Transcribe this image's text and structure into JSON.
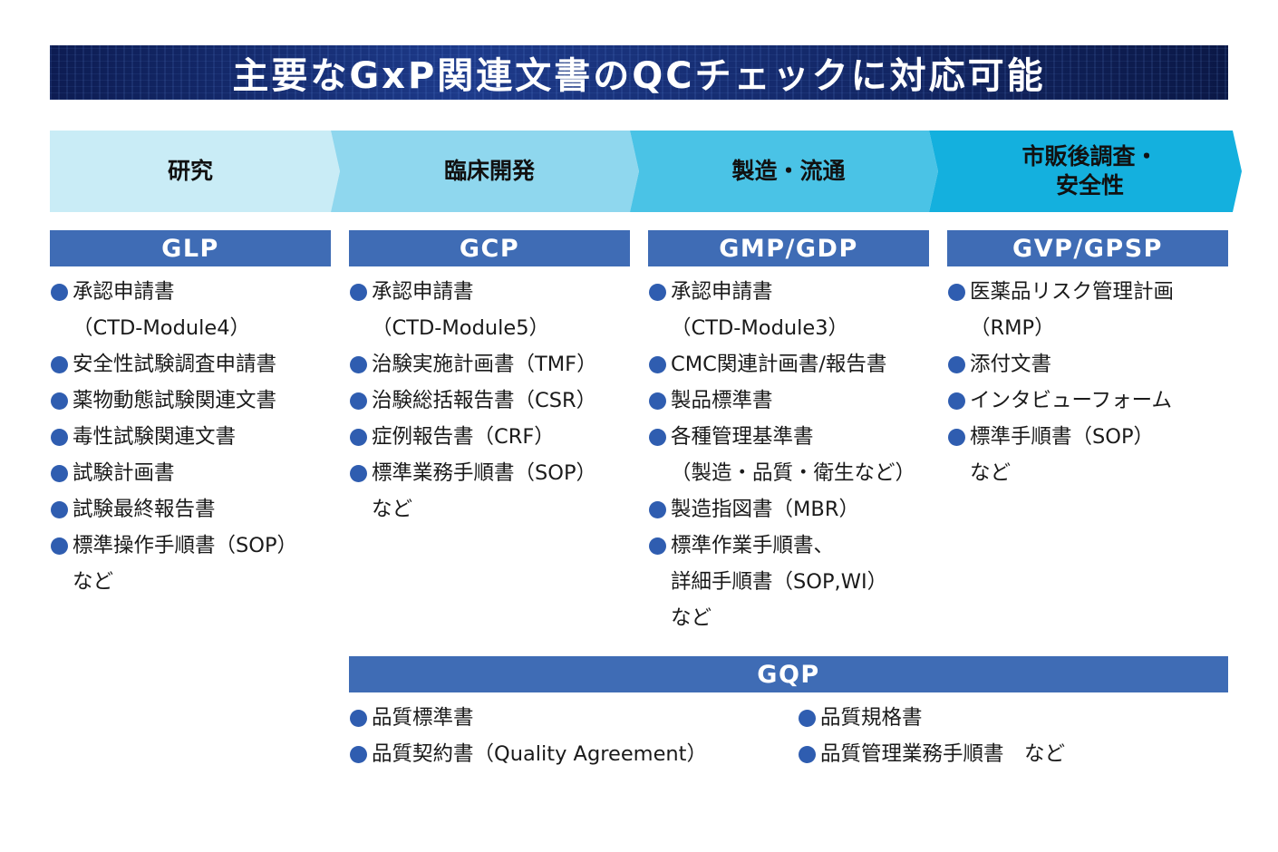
{
  "title": "主要なGxP関連文書のQCチェックに対応可能",
  "stages": [
    {
      "label": "研究",
      "color": "#c9ecf6"
    },
    {
      "label": "臨床開発",
      "color": "#8fd7ee"
    },
    {
      "label": "製造・流通",
      "color": "#4ac3e6"
    },
    {
      "label": "市販後調査・\n安全性",
      "color": "#14b0de"
    }
  ],
  "columns": [
    {
      "header": "GLP",
      "items": [
        "承認申請書\n（CTD-Module4）",
        "安全性試験調査申請書",
        "薬物動態試験関連文書",
        "毒性試験関連文書",
        "試験計画書",
        "試験最終報告書",
        "標準操作手順書（SOP）\nなど"
      ]
    },
    {
      "header": "GCP",
      "items": [
        "承認申請書\n（CTD-Module5）",
        "治験実施計画書（TMF）",
        "治験総括報告書（CSR）",
        "症例報告書（CRF）",
        "標準業務手順書（SOP）\nなど"
      ]
    },
    {
      "header": "GMP/GDP",
      "items": [
        "承認申請書\n（CTD-Module3）",
        "CMC関連計画書/報告書",
        "製品標準書",
        "各種管理基準書\n（製造・品質・衛生など）",
        "製造指図書（MBR）",
        "標準作業手順書、\n詳細手順書（SOP,WI）\nなど"
      ]
    },
    {
      "header": "GVP/GPSP",
      "items": [
        "医薬品リスク管理計画\n（RMP）",
        "添付文書",
        "インタビューフォーム",
        "標準手順書（SOP）\nなど"
      ]
    }
  ],
  "gqp": {
    "header": "GQP",
    "left_items": [
      "品質標準書",
      "品質契約書（Quality Agreement）"
    ],
    "right_items": [
      "品質規格書",
      "品質管理業務手順書　など"
    ]
  },
  "colors": {
    "header_blue": "#3f6cb5",
    "bullet_blue": "#2f5db0",
    "title_navy": "#14296a"
  }
}
